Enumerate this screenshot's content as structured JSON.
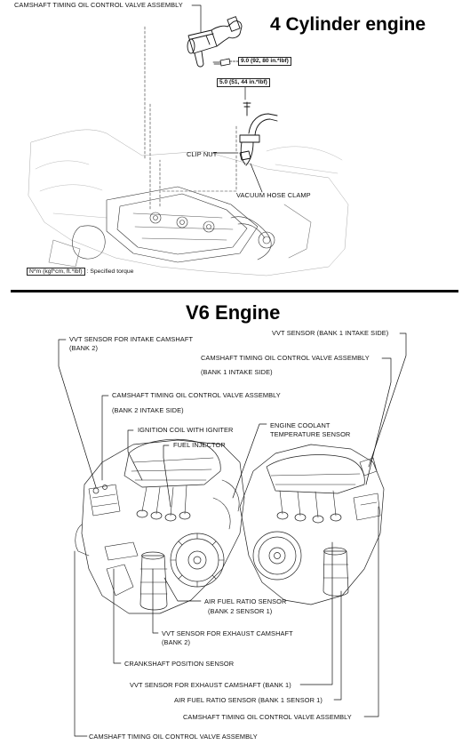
{
  "top_section": {
    "title": "4 Cylinder engine",
    "labels": {
      "ocv_assembly": "CAMSHAFT TIMING OIL CONTROL VALVE ASSEMBLY",
      "clip_nut": "CLIP NUT",
      "vacuum_hose_clamp": "VACUUM HOSE CLAMP"
    },
    "torques": {
      "torque_1": "9.0 (92, 80 in.*lbf)",
      "torque_2": "5.0 (51, 44 in.*lbf)"
    },
    "legend": {
      "unit": "N*m (kgf*cm, ft.*lbf)",
      "description": ": Specified torque"
    }
  },
  "bottom_section": {
    "title": "V6 Engine",
    "labels": {
      "vvt_intake_bank2_line1": "VVT SENSOR FOR INTAKE CAMSHAFT",
      "vvt_intake_bank2_line2": "(BANK 2)",
      "vvt_bank1_intake": "VVT SENSOR (BANK 1 INTAKE SIDE)",
      "ocv_bank1_line1": "CAMSHAFT TIMING OIL CONTROL VALVE ASSEMBLY",
      "ocv_bank1_line2": "(BANK 1 INTAKE SIDE)",
      "ocv_bank2_line1": "CAMSHAFT TIMING OIL CONTROL VALVE ASSEMBLY",
      "ocv_bank2_line2": "(BANK 2 INTAKE SIDE)",
      "ignition_coil": "IGNITION COIL WITH IGNITER",
      "fuel_injector": "FUEL INJECTOR",
      "coolant_line1": "ENGINE COOLANT",
      "coolant_line2": "TEMPERATURE SENSOR",
      "af_bank2_line1": "AIR FUEL RATIO SENSOR",
      "af_bank2_line2": "(BANK 2 SENSOR 1)",
      "vvt_exhaust_bank2_line1": "VVT SENSOR FOR EXHAUST CAMSHAFT",
      "vvt_exhaust_bank2_line2": "(BANK 2)",
      "crankshaft_sensor": "CRANKSHAFT POSITION SENSOR",
      "vvt_exhaust_bank1": "VVT SENSOR FOR EXHAUST CAMSHAFT (BANK 1)",
      "af_bank1": "AIR FUEL RATIO SENSOR (BANK 1 SENSOR 1)",
      "ocv_bottom_right": "CAMSHAFT TIMING OIL CONTROL VALVE ASSEMBLY",
      "ocv_bottom_left": "CAMSHAFT TIMING OIL CONTROL VALVE ASSEMBLY"
    }
  }
}
